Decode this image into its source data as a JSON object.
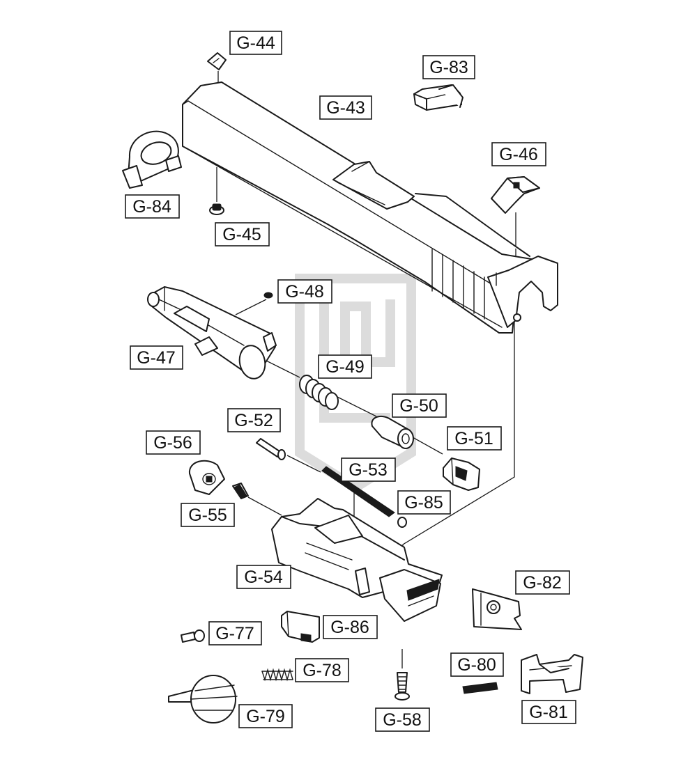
{
  "labels": [
    {
      "id": "g44",
      "text": "G-44"
    },
    {
      "id": "g83",
      "text": "G-83"
    },
    {
      "id": "g43",
      "text": "G-43"
    },
    {
      "id": "g46",
      "text": "G-46"
    },
    {
      "id": "g84",
      "text": "G-84"
    },
    {
      "id": "g45",
      "text": "G-45"
    },
    {
      "id": "g48",
      "text": "G-48"
    },
    {
      "id": "g47",
      "text": "G-47"
    },
    {
      "id": "g49",
      "text": "G-49"
    },
    {
      "id": "g50",
      "text": "G-50"
    },
    {
      "id": "g52",
      "text": "G-52"
    },
    {
      "id": "g51",
      "text": "G-51"
    },
    {
      "id": "g56",
      "text": "G-56"
    },
    {
      "id": "g53",
      "text": "G-53"
    },
    {
      "id": "g85",
      "text": "G-85"
    },
    {
      "id": "g55",
      "text": "G-55"
    },
    {
      "id": "g54",
      "text": "G-54"
    },
    {
      "id": "g82",
      "text": "G-82"
    },
    {
      "id": "g77",
      "text": "G-77"
    },
    {
      "id": "g86",
      "text": "G-86"
    },
    {
      "id": "g78",
      "text": "G-78"
    },
    {
      "id": "g80",
      "text": "G-80"
    },
    {
      "id": "g79",
      "text": "G-79"
    },
    {
      "id": "g58",
      "text": "G-58"
    },
    {
      "id": "g81",
      "text": "G-81"
    }
  ],
  "colors": {
    "line": "#1a1a1a",
    "watermark": "#dcdcdc",
    "background": "#ffffff"
  }
}
